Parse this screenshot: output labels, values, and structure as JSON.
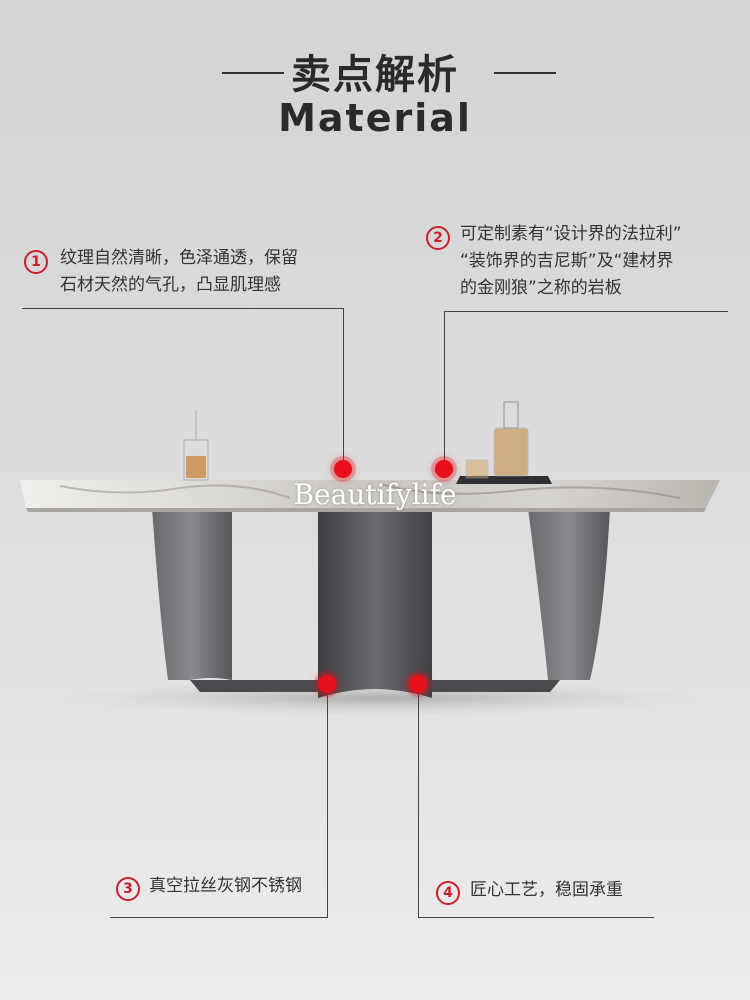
{
  "header": {
    "title_cn": "卖点解析",
    "title_en": "Material"
  },
  "watermark": "Beautifylife",
  "callouts": [
    {
      "number": "1",
      "lines": [
        "纹理自然清晰，色泽通透，保留",
        "石材天然的气孔，凸显肌理感"
      ]
    },
    {
      "number": "2",
      "lines": [
        "可定制素有“设计界的法拉利”",
        "“装饰界的吉尼斯”及“建材界",
        "的金刚狼”之称的岩板"
      ]
    },
    {
      "number": "3",
      "lines": [
        "真空拉丝灰钢不锈钢"
      ]
    },
    {
      "number": "4",
      "lines": [
        "匠心工艺，稳固承重"
      ]
    }
  ],
  "colors": {
    "accent": "#c8202a",
    "marker": "#e8101a",
    "text": "#333333"
  },
  "icons": [
    "table-illustration",
    "decanter-icon",
    "glass-icon"
  ]
}
